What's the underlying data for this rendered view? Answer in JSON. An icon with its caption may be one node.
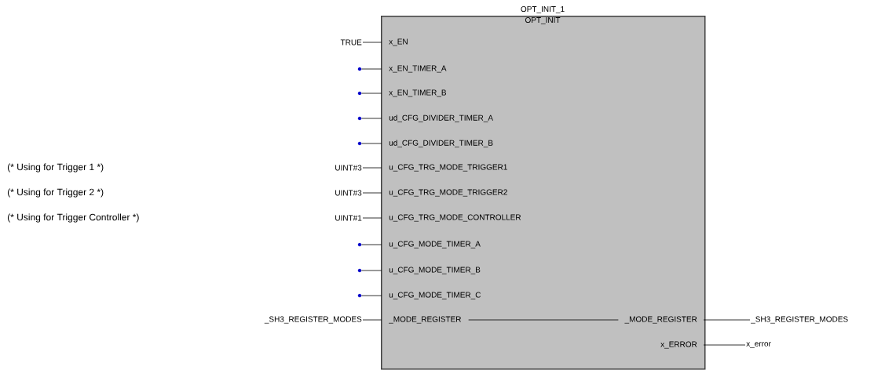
{
  "diagram": {
    "nodes": [
      {
        "text": [
          "OPT_INIT_1",
          "OPT_INIT"
        ]
      },
      {
        "text": [
          "x_EN"
        ],
        "in": 0
      },
      {
        "text": [
          "x_EN_TIMER_A"
        ],
        "in": 0
      },
      {
        "text": [
          "x_EN_TIMER_B"
        ],
        "in": 0
      },
      {
        "text": [
          "ud_CFG_DIVIDER_TIMER_A"
        ],
        "in": 0
      },
      {
        "text": [
          "ud_CFG_DIVIDER_TIMER_B"
        ],
        "in": 0
      },
      {
        "text": [
          "u_CFG_TRG_MODE_TRIGGER1"
        ],
        "in": 0
      },
      {
        "text": [
          "u_CFG_TRG_MODE_TRIGGER2"
        ],
        "in": 0
      },
      {
        "text": [
          "u_CFG_TRG_MODE_CONTROLLER"
        ],
        "in": 0
      },
      {
        "text": [
          "u_CFG_MODE_TIMER_A"
        ],
        "in": 0
      },
      {
        "text": [
          "u_CFG_MODE_TIMER_B"
        ],
        "in": 0
      },
      {
        "text": [
          "u_CFG_MODE_TIMER_C"
        ],
        "in": 0
      },
      {
        "text": [
          "_MODE_REGISTER"
        ],
        "in": 0
      },
      {
        "text": [
          "_MODE_REGISTER"
        ],
        "in": 0
      },
      {
        "text": [
          "x_ERROR"
        ],
        "in": 0
      },
      {
        "text": [
          "TRUE"
        ]
      },
      {
        "text": [],
        "shape": "circle"
      },
      {
        "text": [],
        "shape": "circle"
      },
      {
        "text": [],
        "shape": "circle"
      },
      {
        "text": [],
        "shape": "circle"
      },
      {
        "text": [
          "UINT#3"
        ]
      },
      {
        "text": [
          "UINT#3"
        ]
      },
      {
        "text": [
          "UINT#1"
        ]
      },
      {
        "text": [],
        "shape": "circle"
      },
      {
        "text": [],
        "shape": "circle"
      },
      {
        "text": [],
        "shape": "circle"
      },
      {
        "text": [
          "_SH3_REGISTER_MODES"
        ]
      },
      {
        "text": [
          "_SH3_REGISTER_MODES"
        ]
      },
      {
        "text": [
          "x_error"
        ]
      }
    ],
    "edges": [
      {
        "from": 15,
        "to": 1,
        "arrow": "none"
      },
      {
        "from": 16,
        "to": 2,
        "arrow": "none"
      },
      {
        "from": 17,
        "to": 3,
        "arrow": "none"
      },
      {
        "from": 18,
        "to": 4,
        "arrow": "none"
      },
      {
        "from": 19,
        "to": 5,
        "arrow": "none"
      },
      {
        "from": 20,
        "to": 6,
        "arrow": "none"
      },
      {
        "from": 21,
        "to": 7,
        "arrow": "none"
      },
      {
        "from": 22,
        "to": 8,
        "arrow": "none"
      },
      {
        "from": 23,
        "to": 9,
        "arrow": "none"
      },
      {
        "from": 24,
        "to": 10,
        "arrow": "none"
      },
      {
        "from": 25,
        "to": 11,
        "arrow": "none"
      },
      {
        "from": 26,
        "to": 12,
        "arrow": "none"
      },
      {
        "from": 12,
        "to": 13,
        "arrow": "none"
      },
      {
        "from": 13,
        "to": 27,
        "arrow": "none"
      },
      {
        "from": 14,
        "to": 28,
        "arrow": "none"
      }
    ],
    "labels": [
      "(* Using for Trigger 1  *)",
      "(* Using for Trigger 2  *)",
      "(* Using for Trigger Controller *)"
    ]
  }
}
